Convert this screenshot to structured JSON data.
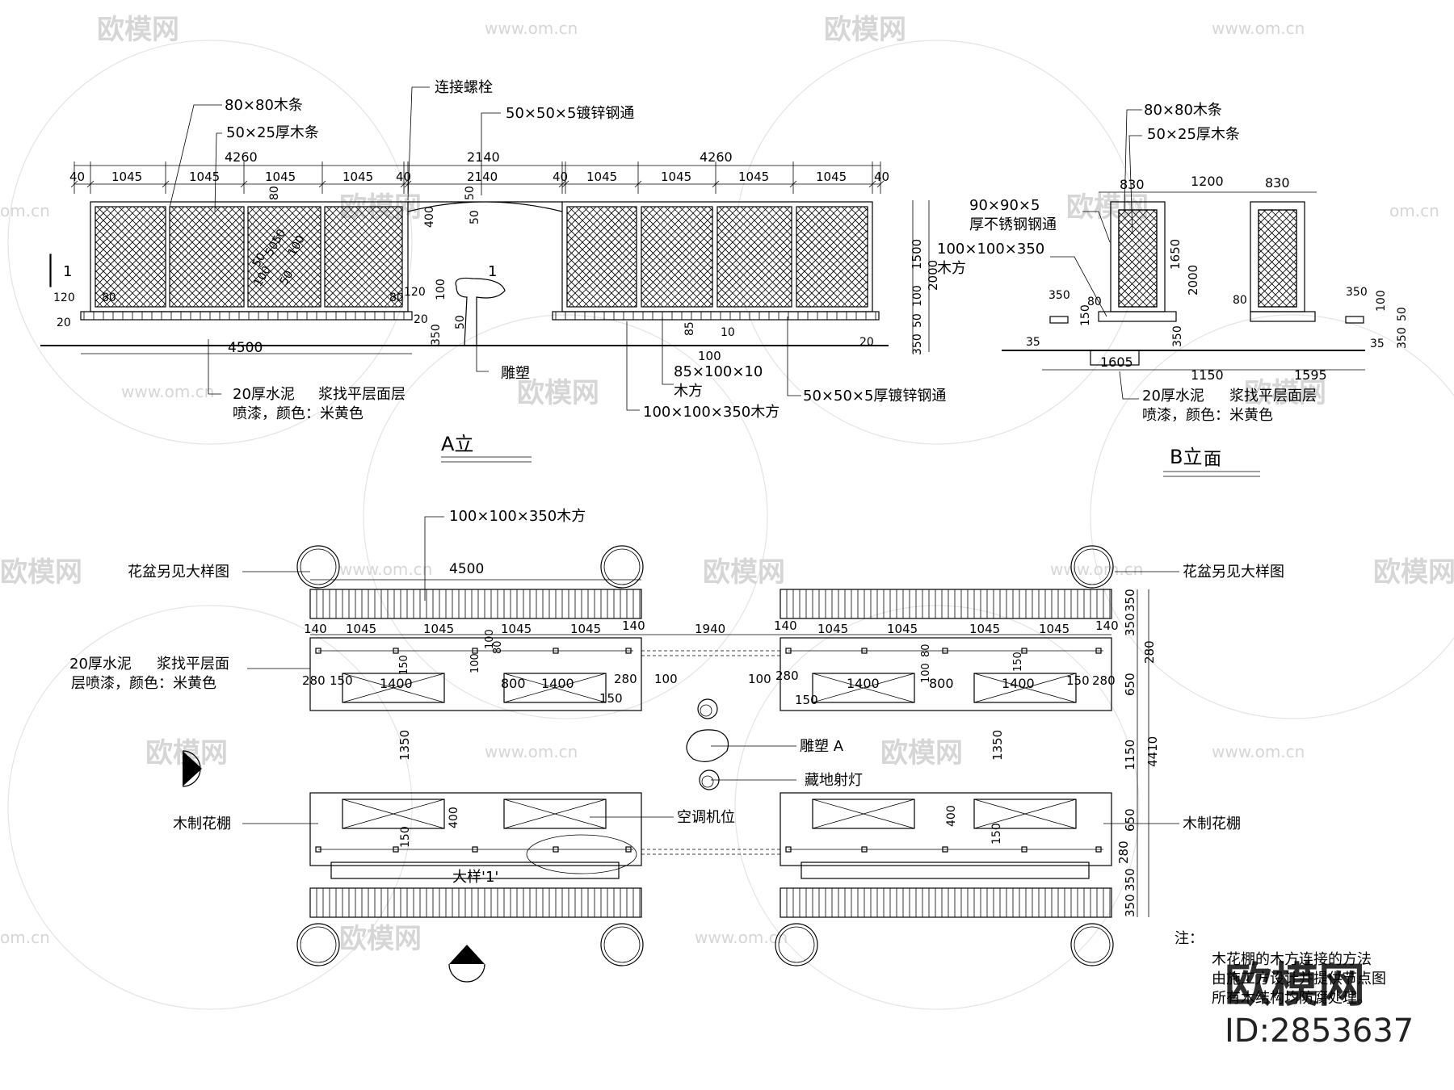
{
  "watermark": {
    "brand": "欧模网",
    "url": "www.om.cn",
    "short": "om.cn"
  },
  "elevation_a": {
    "title": "A立",
    "dims_top_total": [
      "4260",
      "2140",
      "4260"
    ],
    "dims_top_left": [
      "40",
      "1045",
      "1045",
      "1045",
      "1045",
      "40"
    ],
    "dims_top_right": [
      "40",
      "1045",
      "1045",
      "1045",
      "1045",
      "40"
    ],
    "dim_bottom": "4500",
    "dims_misc": [
      "80",
      "50",
      "400",
      "50",
      "20",
      "120",
      "80",
      "80",
      "120",
      "100",
      "20",
      "50",
      "350",
      "85",
      "10",
      "100",
      "20",
      "1500",
      "2000",
      "100",
      "50",
      "350"
    ],
    "lattice_dims": [
      "5050",
      "100",
      "50",
      "100",
      "50"
    ],
    "section_mark": "1",
    "labels": {
      "wood_80": "80×80木条",
      "wood_50": "50×25厚木条",
      "bolt": "连接螺栓",
      "steel": "50×50×5镀锌钢通",
      "sculpture": "雕塑",
      "wood_85": "85×100×10",
      "wood_85b": "木方",
      "wood_100": "100×100×350木方",
      "steel_b": "50×50×5厚镀锌钢通",
      "cement_1": "20厚水泥",
      "cement_2": "浆找平层面层",
      "cement_3": "喷漆，颜色：米黄色"
    }
  },
  "elevation_b": {
    "title": "B立",
    "title_mark": "面",
    "dims_top": [
      "830",
      "1200",
      "830"
    ],
    "dims_bottom": [
      "1605",
      "1150",
      "1595"
    ],
    "dims_misc": [
      "350",
      "80",
      "150",
      "35",
      "350",
      "1650",
      "2000",
      "80",
      "350",
      "100",
      "50",
      "350",
      "35"
    ],
    "labels": {
      "wood_80": "80×80木条",
      "wood_50": "50×25厚木条",
      "steel_1": "90×90×5",
      "steel_2": "厚不锈钢钢通",
      "wood_1": "100×100×350",
      "wood_2": "木方",
      "cement_1": "20厚水泥",
      "cement_2": "浆找平层面层",
      "cement_3": "喷漆，颜色：米黄色"
    }
  },
  "plan": {
    "labels": {
      "wood_top": "100×100×350木方",
      "pot_left": "花盆另见大样图",
      "pot_right": "花盆另见大样图",
      "cement_1": "20厚水泥",
      "cement_2": "浆找平层面",
      "cement_3": "层喷漆，颜色：米黄色",
      "sculpture": "雕塑 A",
      "spotlight": "藏地射灯",
      "ac": "空调机位",
      "trellis_left": "木制花棚",
      "trellis_right": "木制花棚",
      "detail": "大样'1'"
    },
    "dims": {
      "top_total": "4500",
      "left_row": [
        "140",
        "1045",
        "1045",
        "1045",
        "1045",
        "140"
      ],
      "gap": "1940",
      "right_row": [
        "140",
        "1045",
        "1045",
        "1045",
        "1045",
        "140"
      ],
      "misc": [
        "100",
        "80",
        "100",
        "150",
        "280",
        "150",
        "1400",
        "800",
        "1400",
        "150",
        "280",
        "100",
        "100",
        "280",
        "150",
        "1400",
        "100",
        "80",
        "800",
        "1400",
        "150",
        "280",
        "150",
        "1350",
        "1350",
        "400",
        "150",
        "400",
        "150"
      ],
      "right_vertical": [
        "350",
        "350",
        "280",
        "650",
        "1150",
        "4410",
        "650",
        "280",
        "350",
        "350"
      ]
    }
  },
  "notes": {
    "title": "注：",
    "lines": [
      "木花棚的木方连接的方法",
      "由施工方设计并提供节点图",
      "所有木结构均防腐处理。"
    ]
  },
  "stamp": {
    "brand": "欧模网",
    "id": "ID:2853637"
  }
}
